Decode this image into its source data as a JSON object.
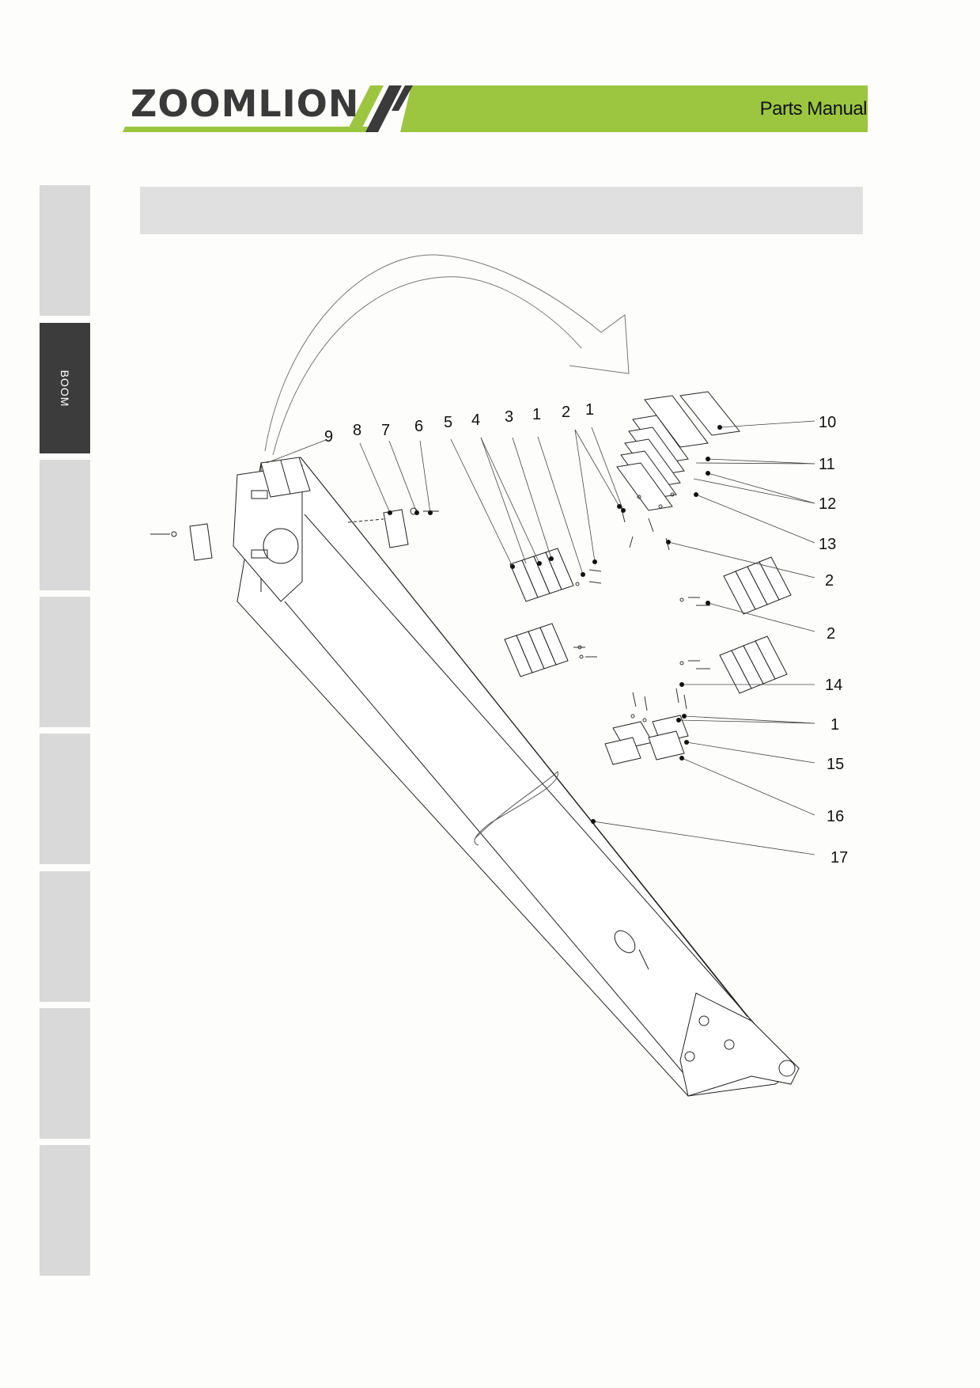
{
  "header": {
    "brand": "ZOOMLION",
    "title": "Parts Manual",
    "colors": {
      "accent_green": "#9cc63f",
      "dark_stripe": "#3a3a3a"
    }
  },
  "sidebar": {
    "tabs": [
      {
        "label": "",
        "active": false
      },
      {
        "label": "BOOM",
        "active": true
      },
      {
        "label": "",
        "active": false
      },
      {
        "label": "",
        "active": false
      },
      {
        "label": "",
        "active": false
      },
      {
        "label": "",
        "active": false
      },
      {
        "label": "",
        "active": false
      },
      {
        "label": "",
        "active": false
      }
    ]
  },
  "section": {
    "heading": ""
  },
  "diagram": {
    "callouts": {
      "c9": "9",
      "c8": "8",
      "c7": "7",
      "c6": "6",
      "c5": "5",
      "c4": "4",
      "c3": "3",
      "c1a": "1",
      "c2a": "2",
      "c1b": "1",
      "c10": "10",
      "c11": "11",
      "c12": "12",
      "c13": "13",
      "c2b": "2",
      "c2c": "2",
      "c14": "14",
      "c1c": "1",
      "c15": "15",
      "c16": "16",
      "c17": "17"
    }
  }
}
